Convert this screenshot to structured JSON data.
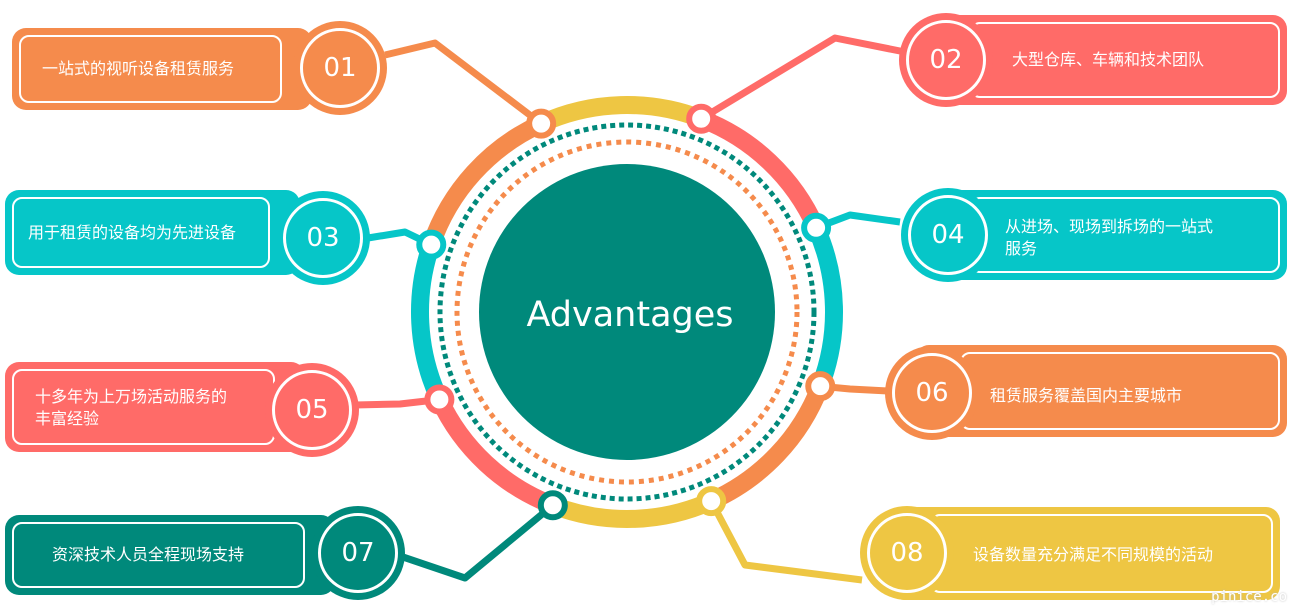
{
  "center": {
    "title": "Advantages"
  },
  "colors": {
    "orange": "#F58B4C",
    "coral": "#FF6B68",
    "cyan": "#06C6C8",
    "teal": "#00897B",
    "yellow": "#EEC643"
  },
  "items": [
    {
      "num": "01",
      "text": "一站式的视听设备租赁服务",
      "color": "#F58B4C"
    },
    {
      "num": "02",
      "text": "大型仓库、车辆和技术团队",
      "color": "#FF6B68"
    },
    {
      "num": "03",
      "text": "用于租赁的设备均为先进设备",
      "color": "#06C6C8"
    },
    {
      "num": "04",
      "text_line1": "从进场、现场到拆场的一站式",
      "text_line2": "服务",
      "color": "#06C6C8"
    },
    {
      "num": "05",
      "text_line1": "十多年为上万场活动服务的",
      "text_line2": "丰富经验",
      "color": "#FF6B68"
    },
    {
      "num": "06",
      "text": "租赁服务覆盖国内主要城市",
      "color": "#F58B4C"
    },
    {
      "num": "07",
      "text": "资深技术人员全程现场支持",
      "color": "#00897B"
    },
    {
      "num": "08",
      "text": "设备数量充分满足不同规模的活动",
      "color": "#EEC643"
    }
  ],
  "watermark": "pinice.co"
}
